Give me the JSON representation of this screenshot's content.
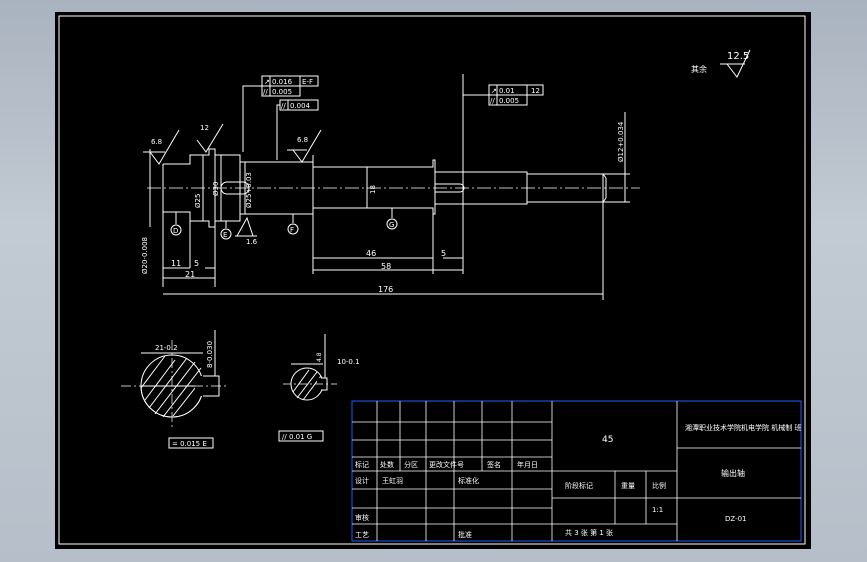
{
  "colors": {
    "background": "#000000",
    "lines": "#ffffff",
    "titleblock_frame": "#1e5cff",
    "window_bg": "#b7c0ca"
  },
  "general_note": {
    "roughness": "12.5",
    "label": "其余"
  },
  "shaft": {
    "roughness_values": [
      "6.8",
      "12",
      "6.8",
      "1.6"
    ],
    "datum_labels": [
      "D",
      "E",
      "F",
      "G"
    ],
    "tolerance_frames": [
      {
        "symbol": "↗",
        "value": "0.016",
        "datum": "E-F"
      },
      {
        "symbol": "//",
        "value": "0.005",
        "datum": ""
      },
      {
        "symbol": "//",
        "value": "0.004",
        "datum": ""
      },
      {
        "symbol": "↗",
        "value": "0.01",
        "datum": "12"
      },
      {
        "symbol": "//",
        "value": "0.005",
        "datum": ""
      }
    ],
    "dimensions": {
      "dia_left": "Ø20-0.008",
      "dia_25": "Ø25",
      "dia_30": "Ø30",
      "dia_mid": "Ø25+0.03",
      "dim_18": "18",
      "dia_right": "Ø12+0.034",
      "len_11": "11",
      "len_5a": "5",
      "len_21": "21",
      "len_46": "46",
      "len_58": "58",
      "len_5b": "5",
      "len_176": "176"
    }
  },
  "section_a": {
    "dim_top": "21-0.2",
    "dim_side": "8-0.030",
    "tolerance": "= 0.015 E"
  },
  "section_b": {
    "dim_top": "4.8",
    "dim_side": "10-0.1",
    "tolerance": "// 0.01 G"
  },
  "title_block": {
    "material": "45",
    "school": "湘潭职业技术学院机电学院  机械制 班",
    "part_name": "输出轴",
    "drawing_no": "DZ-01",
    "scale": "1:1",
    "headers": {
      "mark": "标记",
      "count": "处数",
      "zone": "分区",
      "change_doc": "更改文件号",
      "sign": "签名",
      "date": "年月日"
    },
    "design_label": "设计",
    "designer": "王虹羽",
    "standard_label": "标准化",
    "check_label": "审核",
    "process_label": "工艺",
    "approve_label": "批准",
    "stage_label": "阶段标记",
    "weight_label": "重量",
    "scale_label": "比例",
    "sheets": "共 3 张  第 1 张"
  }
}
